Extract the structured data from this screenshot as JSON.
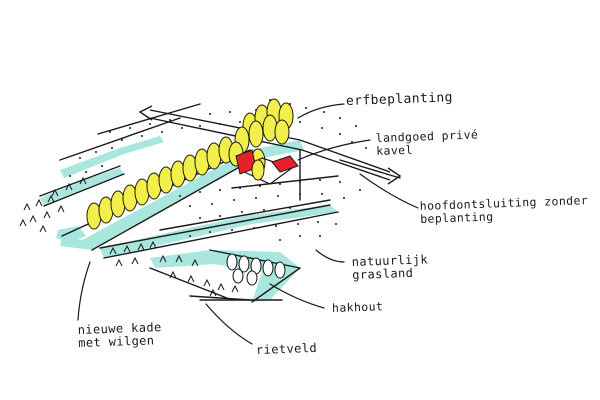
{
  "labels": {
    "erfbeplanting": "erfbeplanting",
    "landgoed_1": "landgoed privé",
    "landgoed_2": "kavel",
    "hoofdontsluiting_1": "hoofdontsluiting zonder",
    "hoofdontsluiting_2": "beplanting",
    "grasland_1": "natuurlijk",
    "grasland_2": "grasland",
    "hakhout": "hakhout",
    "kade_1": "nieuwe kade",
    "kade_2": "met wilgen",
    "rietveld": "rietveld"
  },
  "colors": {
    "water": "#a8e6de",
    "tree_fill": "#f2ef4a",
    "roof": "#e8202a",
    "ink": "#1a1a1a"
  }
}
